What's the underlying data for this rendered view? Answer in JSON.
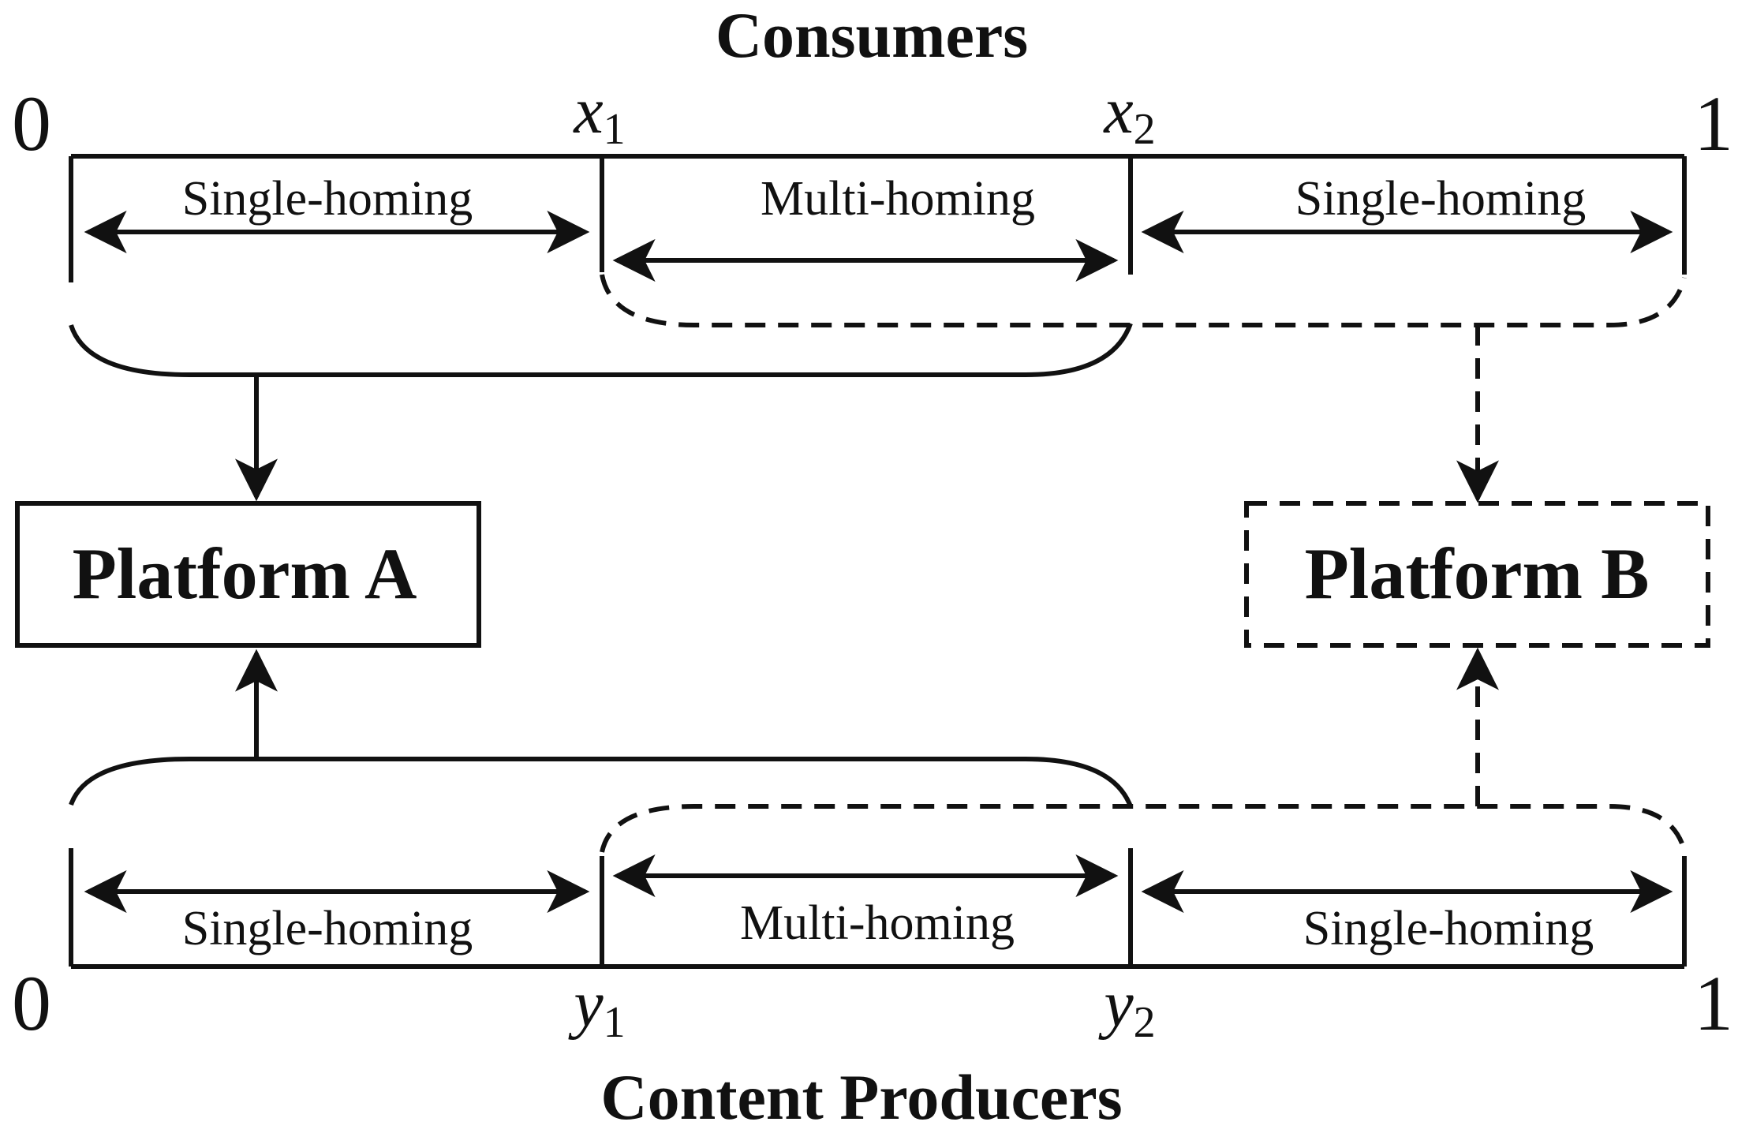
{
  "consumers": {
    "title": "Consumers",
    "start": "0",
    "end": "1",
    "x1": {
      "var": "x",
      "sub": "1"
    },
    "x2": {
      "var": "x",
      "sub": "2"
    },
    "segments": [
      "Single-homing",
      "Multi-homing",
      "Single-homing"
    ]
  },
  "producers": {
    "title": "Content Producers",
    "start": "0",
    "end": "1",
    "y1": {
      "var": "y",
      "sub": "1"
    },
    "y2": {
      "var": "y",
      "sub": "2"
    },
    "segments": [
      "Single-homing",
      "Multi-homing",
      "Single-homing"
    ]
  },
  "platform_a": {
    "label": "Platform A"
  },
  "platform_b": {
    "label": "Platform B"
  }
}
